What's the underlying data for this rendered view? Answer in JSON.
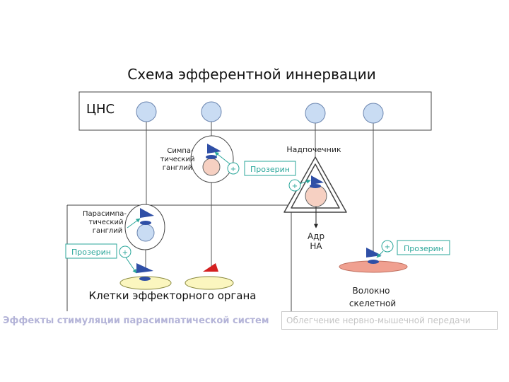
{
  "title": "Схема эфферентной иннервации",
  "cns_label": "ЦНС",
  "sympathetic_ganglion": [
    "Симпа-",
    "тический",
    "ганглий"
  ],
  "parasympathetic_ganglion": [
    "Парасимпа-",
    "тический",
    "ганглий"
  ],
  "adrenal_label": "Надпочечник",
  "adrenal_output": [
    "Адр",
    "НА"
  ],
  "effector_label": "Клетки эффекторного органа",
  "skeletal_fiber": [
    "Волокно",
    "скелетной"
  ],
  "drug_label": "Прозерин",
  "plus_sign": "+",
  "caption_left": "Эффекты стимуляции парасимпатической систем",
  "caption_right": "Облегчение нервно-мышечной передачи",
  "colors": {
    "neuron_body": "#c9dcf3",
    "drug_teal": "#2aa69a",
    "terminal_blue": "#2f4fa6",
    "terminal_red": "#d42020",
    "ganglion_cell": "#f6d0c2",
    "effector_cell": "#fbf6bf",
    "muscle_fiber": "#f0a090"
  }
}
